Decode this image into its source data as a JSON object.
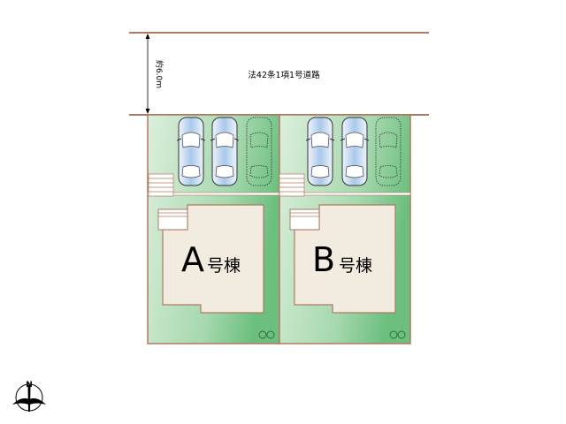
{
  "road": {
    "label": "法42条1項1号道路",
    "width_label": "約6.0m"
  },
  "lots": [
    {
      "letter": "A",
      "suffix": "号棟",
      "parking": [
        "solid",
        "solid",
        "dotted"
      ]
    },
    {
      "letter": "B",
      "suffix": "号棟",
      "parking": [
        "solid",
        "solid",
        "dotted"
      ]
    }
  ],
  "compass": {
    "label": "N"
  },
  "colors": {
    "boundary": "#b07a62",
    "green_light": "#dcefdc",
    "green_dark": "#6cbf7f",
    "building": "#f1ebe0",
    "car_blue": "#a9c8ea"
  }
}
